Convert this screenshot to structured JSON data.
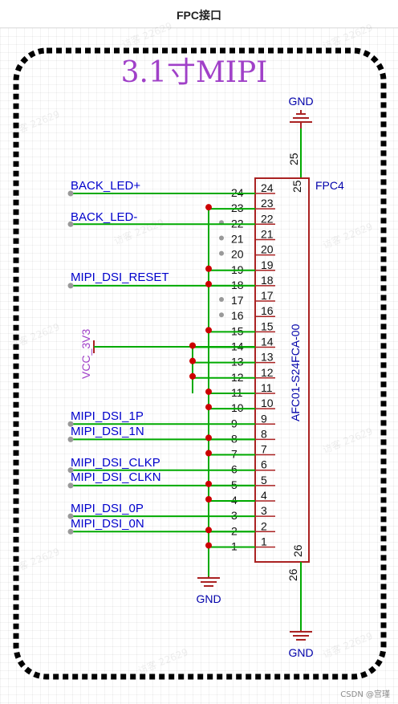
{
  "header": {
    "title": "FPC接口"
  },
  "schematic": {
    "title": "3.1寸MIPI",
    "connector": {
      "ref": "FPC4",
      "part": "AFC01-S24FCA-00"
    },
    "nets": {
      "gnd_top": "GND",
      "gnd_left": "GND",
      "gnd_right": "GND",
      "back_led_p": "BACK_LED+",
      "back_led_n": "BACK_LED-",
      "mipi_reset": "MIPI_DSI_RESET",
      "vcc": "VCC_3V3",
      "d1p": "MIPI_DSI_1P",
      "d1n": "MIPI_DSI_1N",
      "clkp": "MIPI_DSI_CLKP",
      "clkn": "MIPI_DSI_CLKN",
      "d0p": "MIPI_DSI_0P",
      "d0n": "MIPI_DSI_0N"
    },
    "pins": [
      "1",
      "2",
      "3",
      "4",
      "5",
      "6",
      "7",
      "8",
      "9",
      "10",
      "11",
      "12",
      "13",
      "14",
      "15",
      "16",
      "17",
      "18",
      "19",
      "20",
      "21",
      "22",
      "23",
      "24",
      "25",
      "26"
    ]
  },
  "watermark": "访客 22629",
  "credit": "CSDN @宫瑾"
}
